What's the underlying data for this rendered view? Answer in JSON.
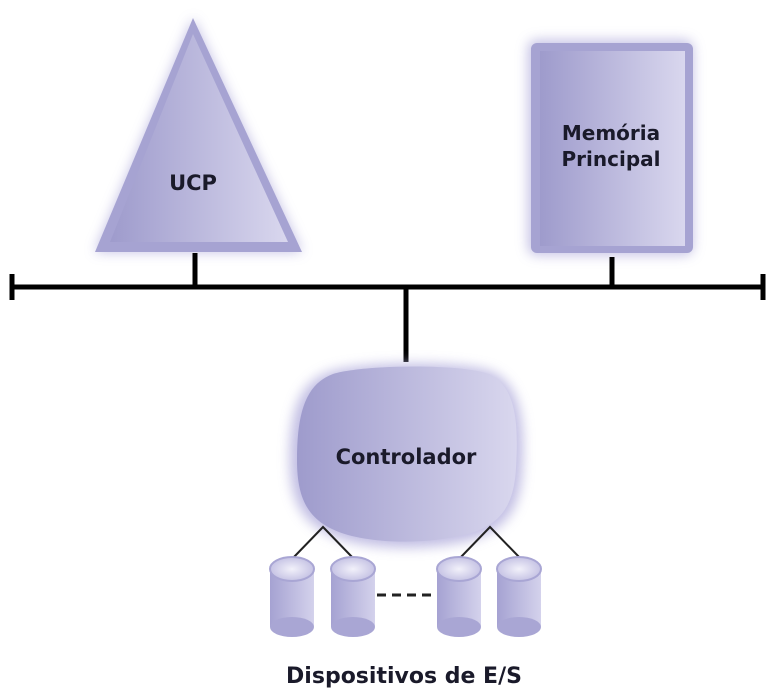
{
  "diagram": {
    "nodes": {
      "cpu": {
        "label": "UCP",
        "shape": "triangle"
      },
      "memory": {
        "label_line1": "Memória",
        "label_line2": "Principal",
        "shape": "rectangle"
      },
      "controller": {
        "label": "Controlador",
        "shape": "rounded-blob"
      }
    },
    "devices": {
      "label": "Dispositivos de E/S",
      "count_shown": 4,
      "shape": "cylinder"
    },
    "bus": {
      "label": ""
    },
    "colors": {
      "fill_dark": "#9f9ccc",
      "fill_light": "#d6d4ec",
      "glow": "#b8b4e0",
      "line": "#000000",
      "text": "#1a1a2a"
    }
  }
}
